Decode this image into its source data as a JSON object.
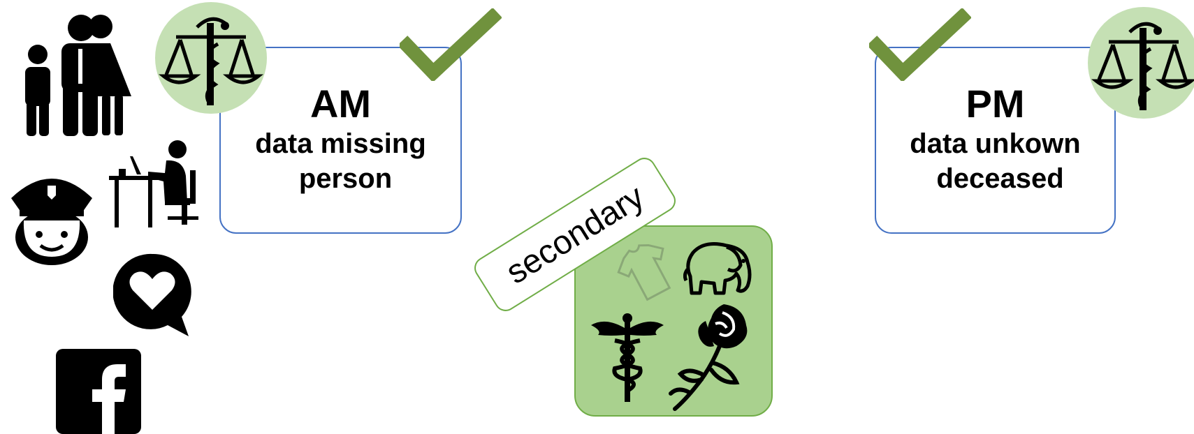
{
  "am_card": {
    "title": "AM",
    "line1": "data missing",
    "line2": "person"
  },
  "pm_card": {
    "title": "PM",
    "line1": "data unkown",
    "line2": "deceased"
  },
  "secondary": {
    "label": "secondary"
  },
  "icons": {
    "family": "family-icon",
    "police": "police-officer-icon",
    "office": "office-worker-icon",
    "chat_heart": "heart-speech-bubble-icon",
    "facebook": "facebook-icon",
    "justice": "scales-caduceus-icon",
    "check": "checkmark-icon",
    "shirt": "tshirt-icon",
    "elephant": "elephant-icon",
    "caduceus": "caduceus-icon",
    "rose": "rose-tattoo-icon"
  },
  "colors": {
    "card_border": "#4472c4",
    "badge": "#c5e0b4",
    "check": "#70923d",
    "green_box": "#a9d18e",
    "green_border": "#70ad47"
  }
}
